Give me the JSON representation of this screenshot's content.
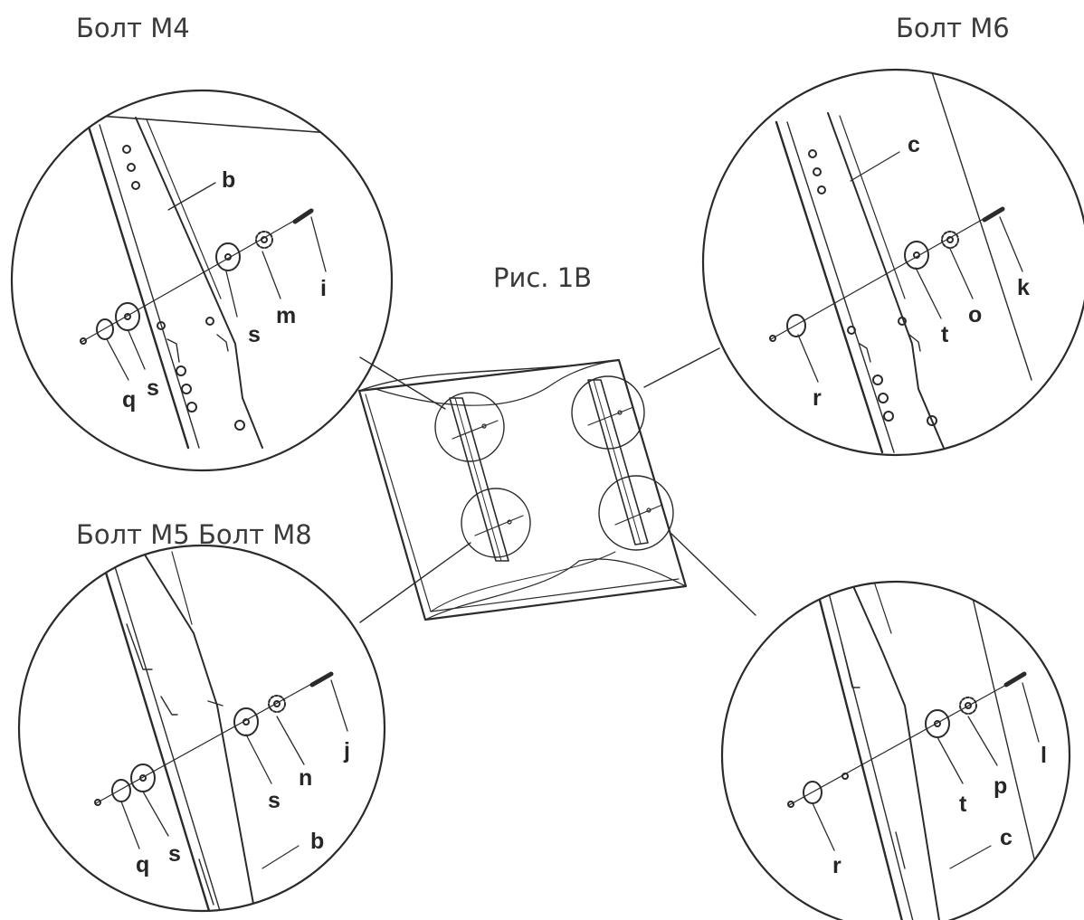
{
  "titles": {
    "top_left": "Болт М4",
    "top_right": "Болт М6",
    "center": "Рис. 1В",
    "bottom_left": "Болт М5 Болт М8"
  },
  "parts": {
    "b": "b",
    "c": "c",
    "i": "i",
    "j": "j",
    "k": "k",
    "l": "l",
    "m": "m",
    "n": "n",
    "o": "o",
    "p": "p",
    "q": "q",
    "r": "r",
    "s": "s",
    "t": "t"
  },
  "colors": {
    "line": "#2b2b2b",
    "text": "#3a3a3a"
  }
}
